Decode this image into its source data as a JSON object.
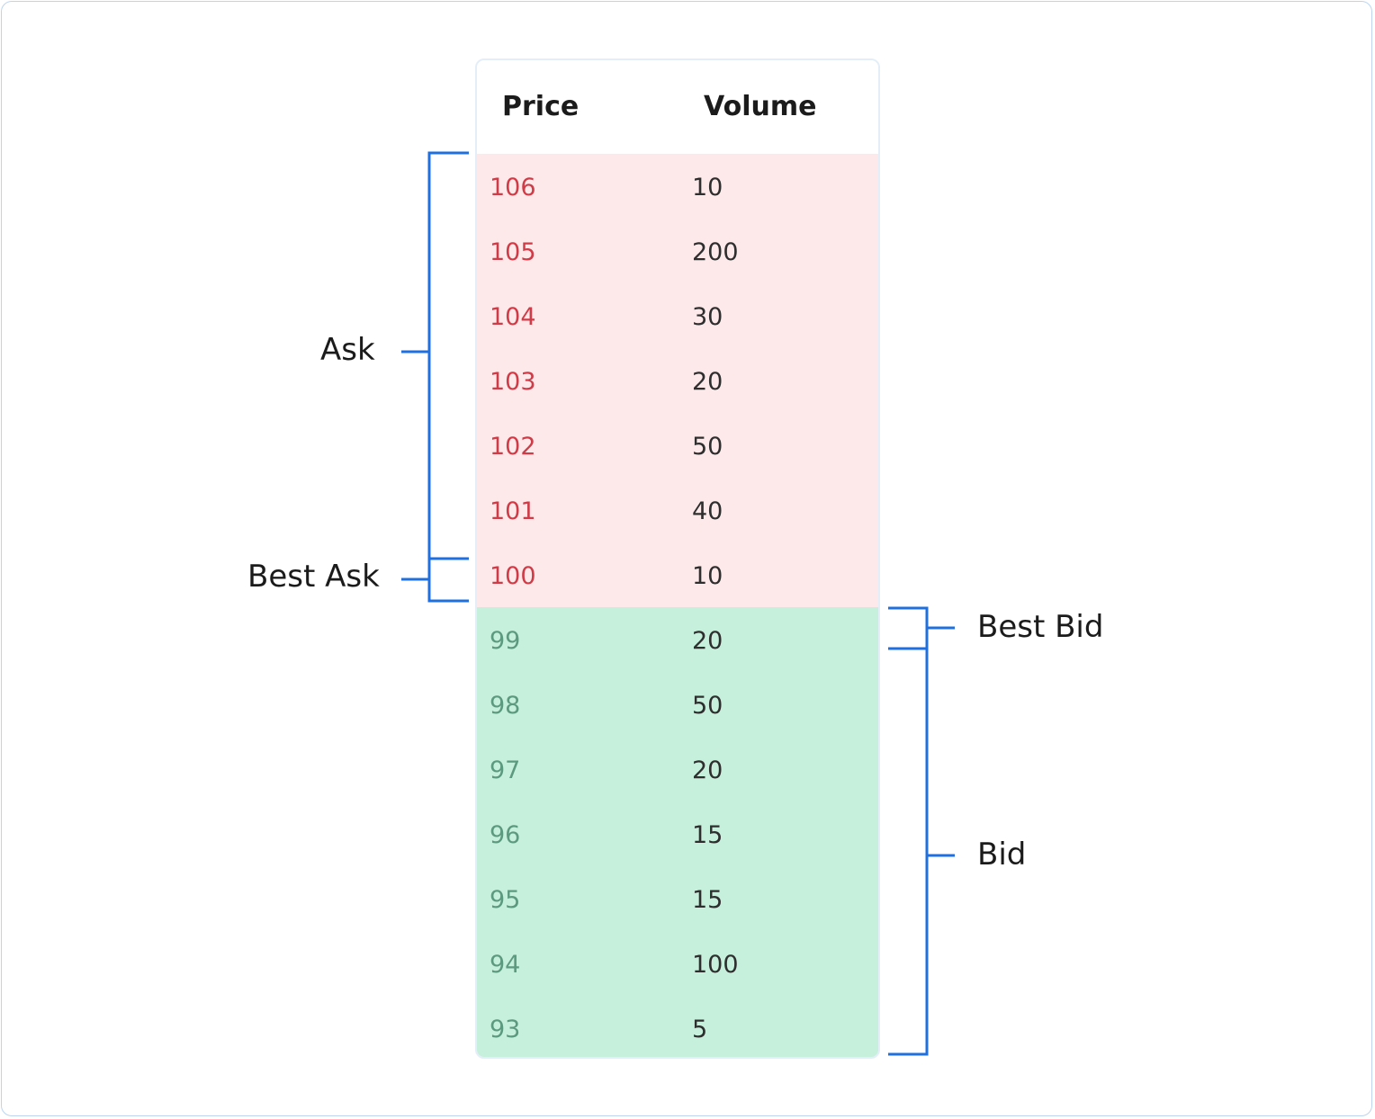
{
  "header": {
    "price_label": "Price",
    "volume_label": "Volume"
  },
  "asks": [
    {
      "price": "106",
      "volume": "10"
    },
    {
      "price": "105",
      "volume": "200"
    },
    {
      "price": "104",
      "volume": "30"
    },
    {
      "price": "103",
      "volume": "20"
    },
    {
      "price": "102",
      "volume": "50"
    },
    {
      "price": "101",
      "volume": "40"
    },
    {
      "price": "100",
      "volume": "10"
    }
  ],
  "bids": [
    {
      "price": "99",
      "volume": "20"
    },
    {
      "price": "98",
      "volume": "50"
    },
    {
      "price": "97",
      "volume": "20"
    },
    {
      "price": "96",
      "volume": "15"
    },
    {
      "price": "95",
      "volume": "15"
    },
    {
      "price": "94",
      "volume": "100"
    },
    {
      "price": "93",
      "volume": "5"
    }
  ],
  "annotations": {
    "ask": "Ask",
    "best_ask": "Best Ask",
    "best_bid": "Best Bid",
    "bid": "Bid"
  },
  "colors": {
    "ask_background": "#fde9ea",
    "bid_background": "#c6efdc",
    "ask_price_text": "#cf3b47",
    "bid_price_text": "#5c9a7f",
    "bracket": "#1f6fe0"
  }
}
